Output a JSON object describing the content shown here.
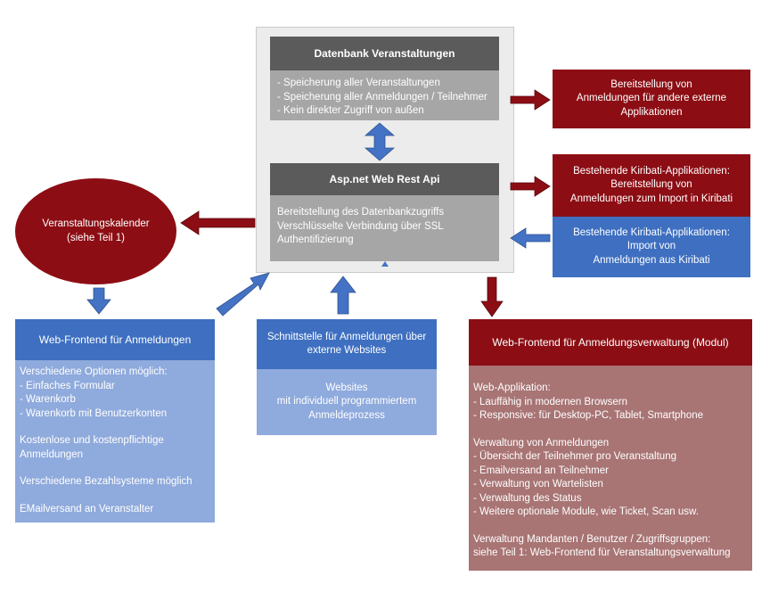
{
  "database": {
    "title": "Datenbank Veranstaltungen",
    "lines": [
      "- Speicherung aller Veranstaltungen",
      "- Speicherung aller Anmeldungen / Teilnehmer",
      "- Kein direkter Zugriff von außen"
    ]
  },
  "api": {
    "title": "Asp.net Web Rest Api",
    "lines": [
      "Bereitstellung des Datenbankzugriffs",
      "Verschlüsselte Verbindung über SSL",
      "Authentifizierung"
    ]
  },
  "provision": {
    "lines": [
      "Bereitstellung von",
      "Anmeldungen für andere externe",
      "Applikationen"
    ]
  },
  "kiribati_export": {
    "lines": [
      "Bestehende Kiribati-Applikationen:",
      "Bereitstellung von",
      "Anmeldungen zum Import in Kiribati"
    ]
  },
  "kiribati_import": {
    "lines": [
      "Bestehende Kiribati-Applikationen:",
      "Import von",
      "Anmeldungen aus Kiribati"
    ]
  },
  "calendar": {
    "lines": [
      "Veranstaltungskalender",
      "(siehe Teil 1)"
    ]
  },
  "web_frontend": {
    "title": "Web-Frontend für Anmeldungen",
    "options": [
      "Verschiedene Optionen möglich:",
      "- Einfaches Formular",
      "- Warenkorb",
      "- Warenkorb mit Benutzerkonten"
    ],
    "free_paid": [
      "Kostenlose und kostenpflichtige",
      "Anmeldungen"
    ],
    "payment": "Verschiedene Bezahlsysteme möglich",
    "email": "EMailversand an Veranstalter"
  },
  "interface": {
    "title_lines": [
      "Schnittstelle für Anmeldungen über",
      "externe Websites"
    ],
    "body_lines": [
      "Websites",
      "mit individuell programmiertem",
      "Anmeldeprozess"
    ]
  },
  "admin": {
    "title": "Web-Frontend für Anmeldungsverwaltung (Modul)",
    "webapp": [
      "Web-Applikation:",
      "- Lauffähig in modernen Browsern",
      "- Responsive: für Desktop-PC, Tablet, Smartphone"
    ],
    "management": [
      "Verwaltung von Anmeldungen",
      "- Übersicht der Teilnehmer pro Veranstaltung",
      "- Emailversand an Teilnehmer",
      "- Verwaltung von Wartelisten",
      "- Verwaltung des Status",
      "- Weitere optionale Module, wie Ticket, Scan usw."
    ],
    "tenants": [
      "Verwaltung Mandanten / Benutzer / Zugriffsgruppen:",
      "siehe Teil 1: Web-Frontend für Veranstaltungsverwaltung"
    ]
  },
  "colors": {
    "dark_red": "#8c0e14",
    "blue": "#3e6fc0",
    "light_blue": "#8faadc",
    "dusty_red": "#a87474",
    "dark_gray": "#5b5b5b",
    "mid_gray": "#a6a6a6",
    "arrow_blue": "#4472c4"
  }
}
